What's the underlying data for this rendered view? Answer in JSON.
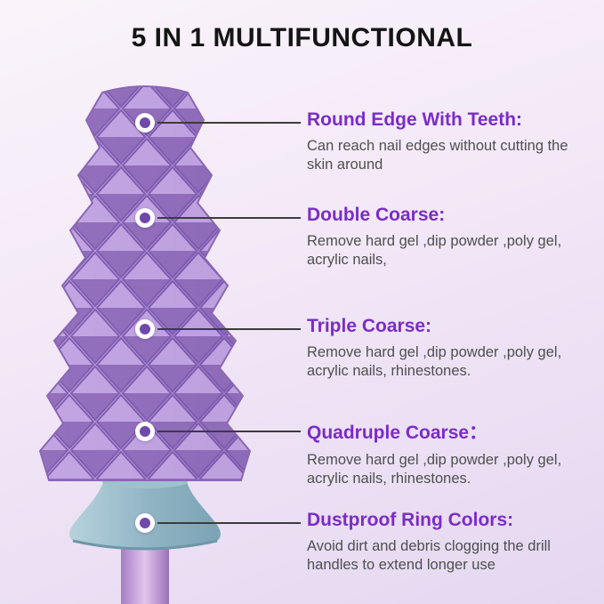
{
  "page": {
    "title": "5 IN 1 MULTIFUNCTIONAL"
  },
  "features": [
    {
      "title": "Round Edge With Teeth:",
      "description": "Can reach nail edges without cutting the skin around"
    },
    {
      "title": "Double Coarse:",
      "description": "Remove hard gel ,dip powder ,poly gel, acrylic nails,"
    },
    {
      "title": "Triple Coarse:",
      "description": "Remove hard gel ,dip powder ,poly gel, acrylic nails, rhinestones."
    },
    {
      "title": "Quadruple Coarse：",
      "description": "Remove hard gel ,dip powder ,poly gel, acrylic nails, rhinestones."
    },
    {
      "title": "Dustproof Ring Colors:",
      "description": "Avoid dirt and debris clogging the drill handles to extend longer use"
    }
  ],
  "illustration": {
    "subject": "5-in-1 multifunctional nail drill bit",
    "parts": [
      "round-edge-tip",
      "double-coarse-section",
      "triple-coarse-section",
      "quadruple-coarse-section",
      "dustproof-ring",
      "shaft"
    ]
  },
  "colors": {
    "heading_purple": "#7b2cc8",
    "title_text": "#141414",
    "body_text": "#4f4f4f",
    "marker_dot": "#6f48ab",
    "bit_purple_light": "#c9abe4",
    "bit_purple_dark": "#9676bf",
    "dustproof_ring_teal": "#8fb3c3",
    "shaft_purple": "#d9b9e8",
    "background_top": "#faf4fa",
    "background_bottom": "#e4d8f1"
  }
}
